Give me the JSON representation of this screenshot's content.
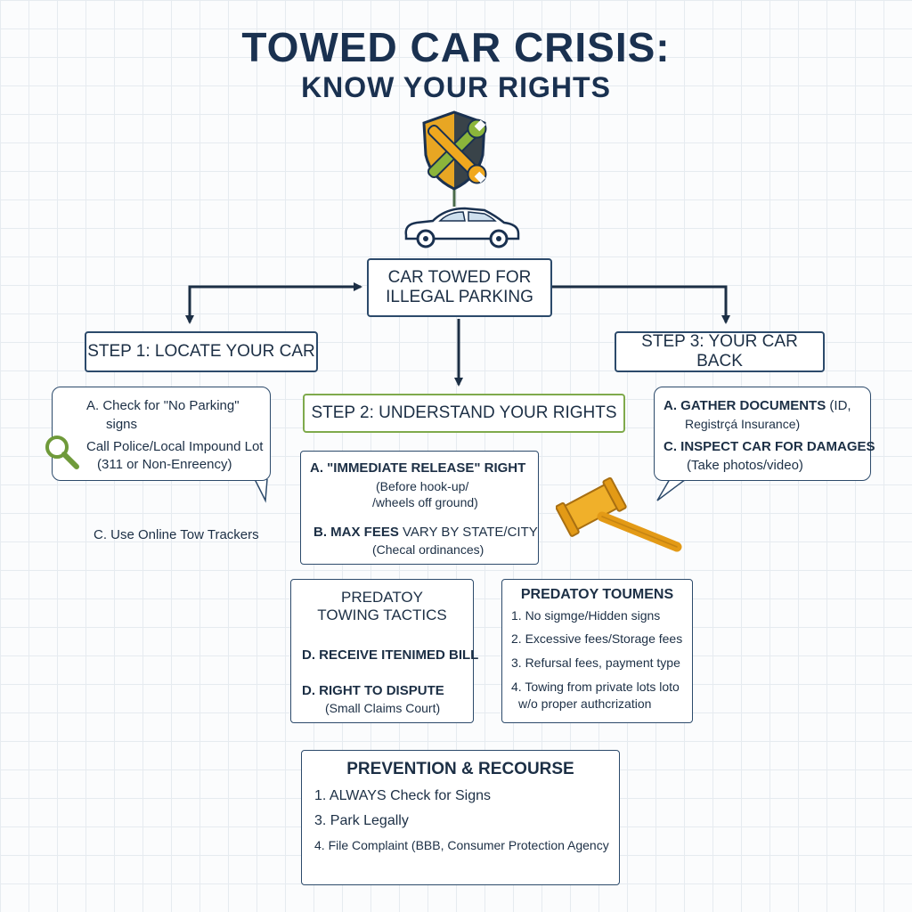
{
  "title": {
    "line1": "TOWED CAR CRISIS:",
    "line2": "KNOW YOUR RIGHTS"
  },
  "icons": {
    "top": "shield-wrench-icon",
    "car": "car-icon",
    "search": "magnifier-icon",
    "gavel": "gavel-icon"
  },
  "colors": {
    "navy": "#1a3150",
    "green": "#7faa4c",
    "gold": "#e8a623"
  },
  "center": {
    "label_line1": "CAR TOWED FOR",
    "label_line2": "ILLEGAL PARKING"
  },
  "step1": {
    "title": "STEP 1: LOCATE YOUR CAR",
    "item_a_line1": "A.  Check for \"No Parking\"",
    "item_a_line2": "signs",
    "item_b_line1": "Call Police/Local Impound Lot",
    "item_b_line2": "(311 or Non-Enreency)",
    "item_c": "C.  Use Online Tow Trackers"
  },
  "step2": {
    "title": "STEP 2: UNDERSTAND YOUR RIGHTS",
    "item_a_title": "A. \"IMMEDIATE RELEASE\" RIGHT",
    "item_a_line1": "(Before hook-up/",
    "item_a_line2": "/wheels off ground)",
    "item_b_title": "B.  MAX FEES",
    "item_b_rest": " VARY BY STATE/CITY",
    "item_b_sub": "(Checal ordinances)"
  },
  "step3": {
    "title": "STEP 3: YOUR CAR BACK",
    "item_a_title": "A.  GATHER DOCUMENTS",
    "item_a_rest": " (ID,",
    "item_a_line2": "Registrçá Insurance)",
    "item_c_title": "C.  INSPECT CAR FOR DAMAGES",
    "item_c_line2": "(Take photos/video)"
  },
  "tactics": {
    "title_line1": "PREDATOY",
    "title_line2": "TOWING TACTICS",
    "item_d1": "D.  RECEIVE ITENIMED BILL",
    "item_d2_title": "D.  RIGHT TO DISPUTE",
    "item_d2_sub": "(Small Claims Court)"
  },
  "toumens": {
    "title": "PREDATOY TOUMENS",
    "items": [
      "1.  No sigmge/Hidden signs",
      "2.  Excessive fees/Storage fees",
      "3.  Refursal fees, payment type",
      "4.  Towing from private lots loto",
      "w/o proper authcrization"
    ]
  },
  "prevention": {
    "title": "PREVENTION & RECOURSE",
    "items": [
      "1.   ALWAYS Check for Signs",
      "3.   Park Legally",
      "4.   File Complaint (BBB, Consumer Protection Agency"
    ]
  }
}
